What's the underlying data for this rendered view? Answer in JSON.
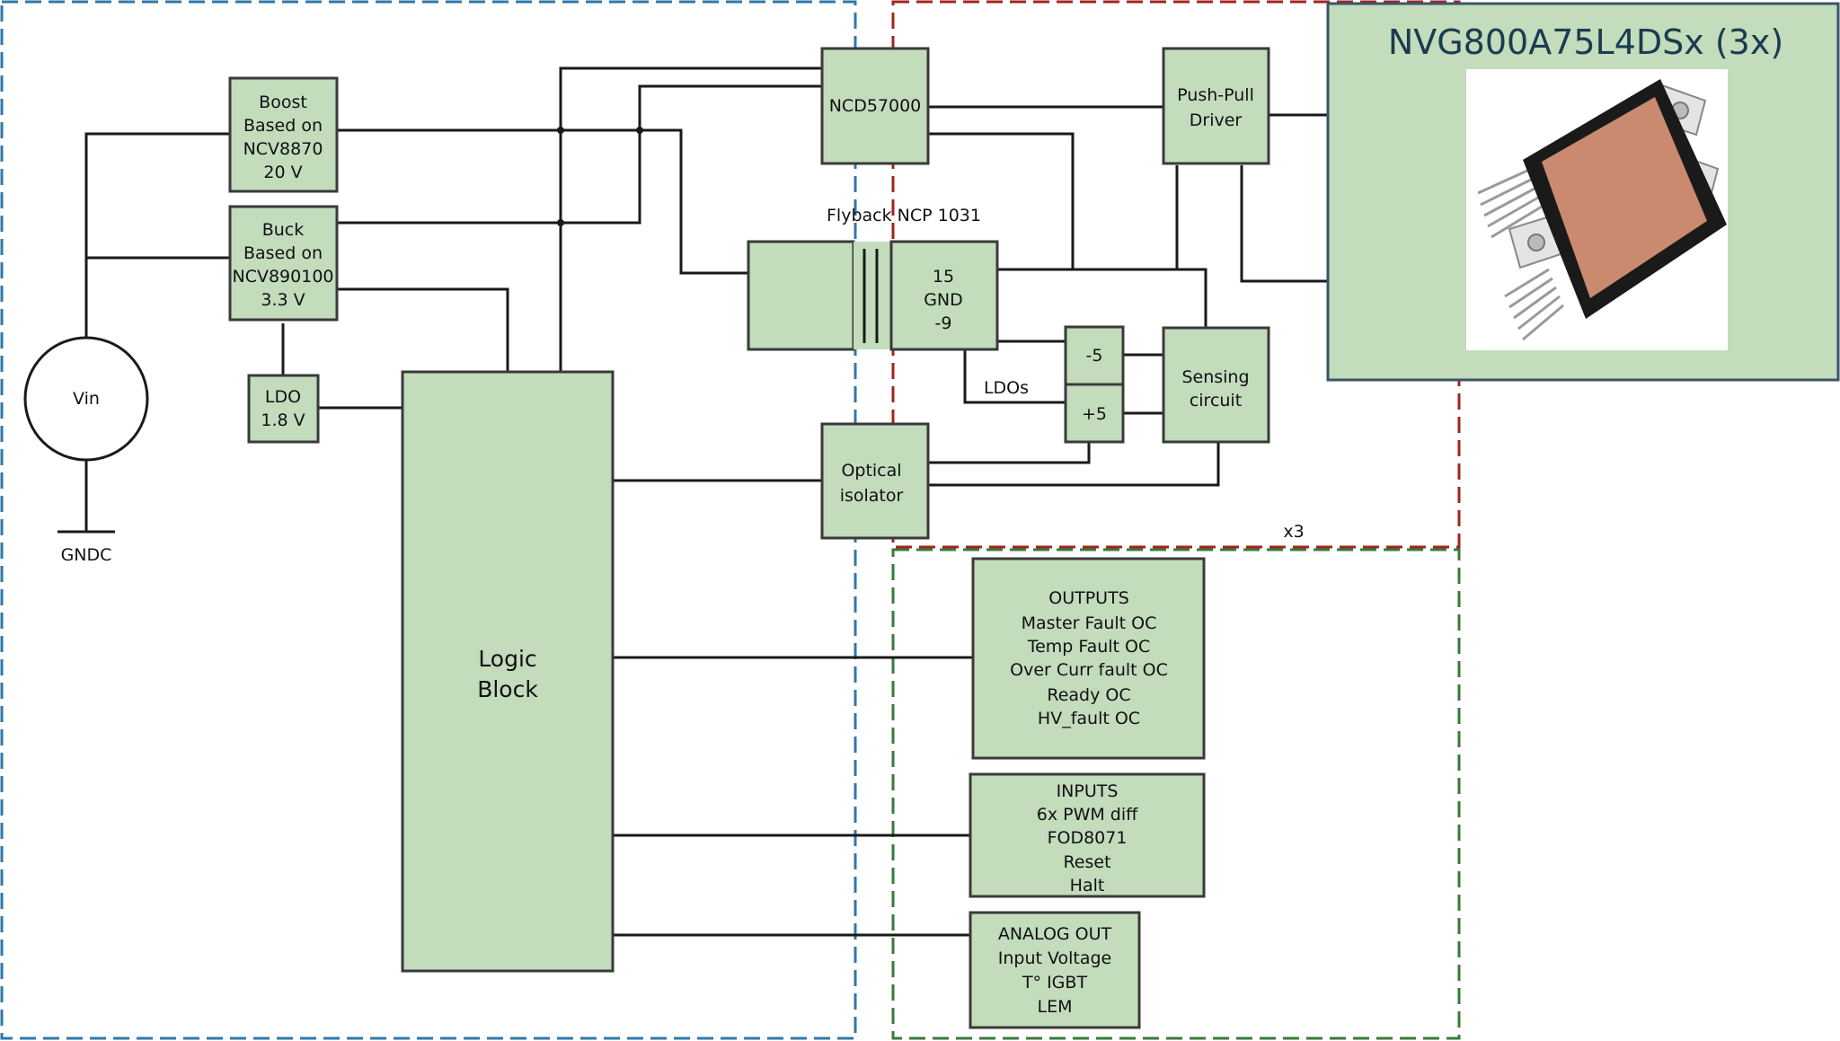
{
  "colors": {
    "block_fill": "#c2dcbc",
    "left_region": "#2f78a8",
    "right_region": "#a02420",
    "bottom_region": "#3a7a3a",
    "module_panel": "#c2dcbc",
    "module_border": "#3a5568",
    "chip_body": "#1a1a1a",
    "chip_top": "#c98a70"
  },
  "blocks": {
    "boost": [
      "Boost",
      "Based on",
      "NCV8870",
      "20 V"
    ],
    "buck": [
      "Buck",
      "Based on",
      "NCV890100",
      "3.3 V"
    ],
    "ldo": [
      "LDO",
      "1.8 V"
    ],
    "vin": "Vin",
    "gndc": "GNDC",
    "logic": [
      "Logic",
      "Block"
    ],
    "ncd": "NCD57000",
    "flyback_title": "Flyback NCP 1031",
    "flyback_out": [
      "15",
      "GND",
      "-9"
    ],
    "ldos": "LDOs",
    "minus5": "-5",
    "plus5": "+5",
    "sensing": [
      "Sensing",
      "circuit"
    ],
    "push_pull": [
      "Push-Pull",
      "Driver"
    ],
    "optical": [
      "Optical",
      "isolator"
    ],
    "x3": "x3",
    "outputs": [
      "OUTPUTS",
      "Master Fault OC",
      "Temp Fault OC",
      "Over Curr fault OC",
      "Ready OC",
      "HV_fault OC"
    ],
    "inputs": [
      "INPUTS",
      "6x PWM diff",
      "FOD8071",
      "Reset",
      "Halt"
    ],
    "analog": [
      "ANALOG OUT",
      "Input Voltage",
      "T° IGBT",
      "LEM"
    ]
  },
  "module": {
    "title": "NVG800A75L4DSx (3x)",
    "image": "power-module-photo"
  }
}
